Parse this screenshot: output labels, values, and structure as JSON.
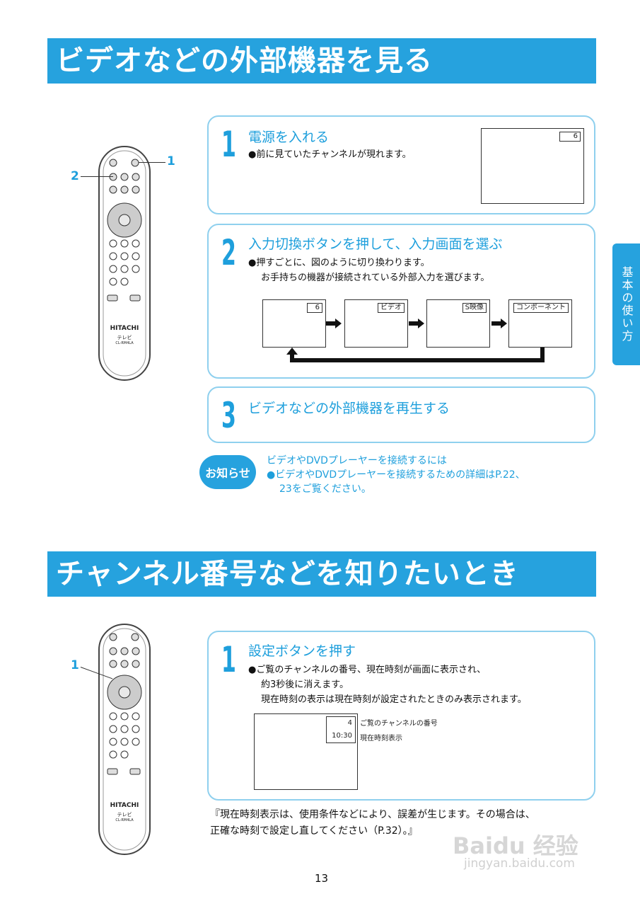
{
  "section1": {
    "title": "ビデオなどの外部機器を見る",
    "callouts": [
      "1",
      "2"
    ],
    "steps": [
      {
        "num": "1",
        "title": "電源を入れる",
        "desc": [
          "●前に見ていたチャンネルが現れます。"
        ],
        "screen_label": "6"
      },
      {
        "num": "2",
        "title": "入力切換ボタンを押して、入力画面を選ぶ",
        "desc": [
          "●押すごとに、図のように切り換わります。",
          "お手持ちの機器が接続されている外部入力を選びます。"
        ],
        "screens": [
          "6",
          "ビデオ",
          "S映像",
          "コンポーネント"
        ]
      },
      {
        "num": "3",
        "title": "ビデオなどの外部機器を再生する"
      }
    ],
    "notice": {
      "badge": "お知らせ",
      "heading": "ビデオやDVDプレーヤーを接続するには",
      "lines": [
        "●ビデオやDVDプレーヤーを接続するための詳細はP.22、",
        "23をご覧ください。"
      ]
    }
  },
  "side_tab": "基本の使い方",
  "section2": {
    "title": "チャンネル番号などを知りたいとき",
    "callout": "1",
    "step": {
      "num": "1",
      "title": "設定ボタンを押す",
      "desc": [
        "●ご覧のチャンネルの番号、現在時刻が画面に表示され、",
        "約3秒後に消えます。",
        "現在時刻の表示は現在時刻が設定されたときのみ表示されます。"
      ],
      "screen_channel": "4",
      "screen_time": "10:30",
      "label_channel": "ご覧のチャンネルの番号",
      "label_time": "現在時刻表示"
    },
    "note": [
      "『現在時刻表示は、使用条件などにより、誤差が生じます。その場合は、",
      "正確な時刻で設定し直してください（P.32）。』"
    ]
  },
  "remote": {
    "brand": "HITACHI",
    "subtitle": "テレビ",
    "model": "CL-RM4LA"
  },
  "page_number": "13",
  "watermark": {
    "main": "Baidu 经验",
    "sub": "jingyan.baidu.com"
  }
}
